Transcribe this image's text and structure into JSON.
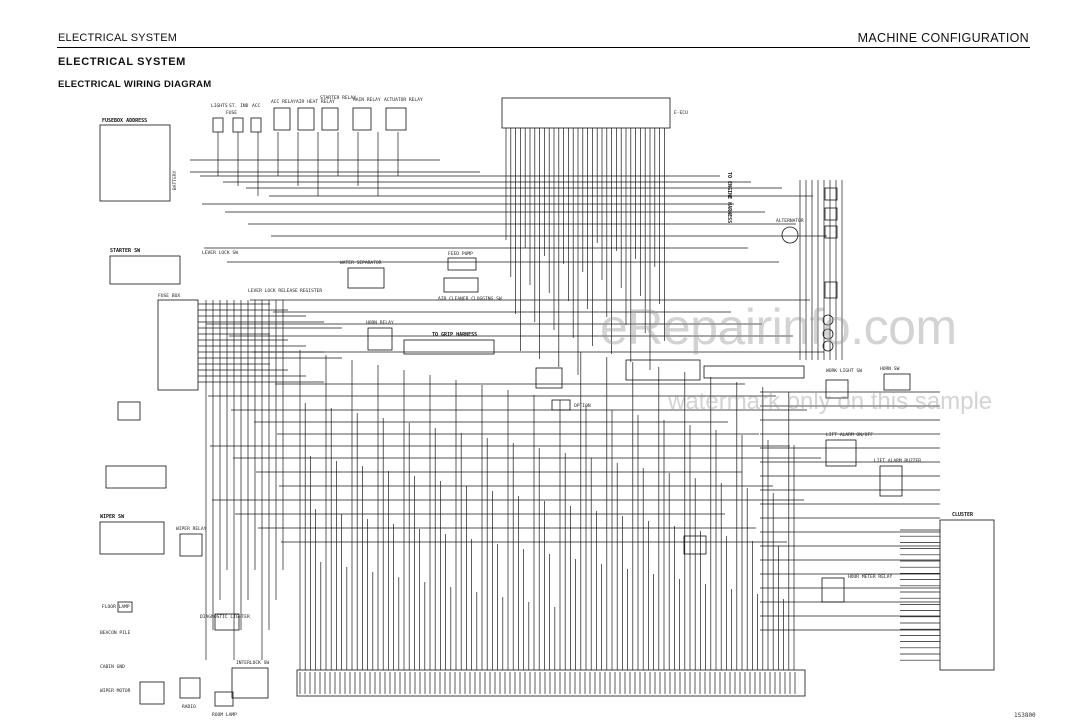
{
  "header": {
    "left": "ELECTRICAL SYSTEM",
    "right": "MACHINE CONFIGURATION"
  },
  "section_title": "ELECTRICAL SYSTEM",
  "subtitle": "ELECTRICAL WIRING DIAGRAM",
  "watermark": {
    "line1": "eRepairinfo.com",
    "line2": "watermark only on this sample"
  },
  "figure_number": "1S3800",
  "diagram_labels": {
    "lights": "LIGHTS",
    "st_ind": "ST. IND",
    "acc": "ACC",
    "fuse": "FUSE",
    "acc_relay": "ACC RELAY",
    "air_heat_relay": "AIR HEAT RELAY",
    "starter_relay": "STARTER RELAY",
    "main_relay": "MAIN RELAY",
    "actuator_relay": "ACTUATOR RELAY",
    "fusebox_address": "FUSEBOX ADDRESS",
    "battery": "BATTERY",
    "starter_sw": "STARTER SW",
    "fuse_box": "FUSE BOX",
    "lever_lock_sw": "LEVER LOCK SW",
    "lever_lock_release": "LEVER LOCK RELEASE",
    "register": "REGISTER",
    "water_separator": "WATER SEPARATOR",
    "feed_pump": "FEED PUMP",
    "air_cleaner": "AIR CLEANER CLOGGING SW",
    "horn_relay": "HORN RELAY",
    "to_grip_harness": "TO GRIP HARNESS",
    "option": "OPTION",
    "to_engine_harness": "TO ENGINE HARNESS",
    "e_ecu": "E-ECU",
    "alternator": "ALTERNATOR",
    "horn_sw": "HORN SW",
    "lift_alarm": "LIFT ALARM ON/OFF",
    "lift_alarm_buzzer": "LIFT ALARM BUZZER",
    "wiper_sw": "WIPER SW",
    "wiper_relay": "WIPER RELAY",
    "floor_lamp": "FLOOR LAMP",
    "beacon_pile": "BEACON PILE",
    "cabin_gnd": "CABIN GND",
    "wiper_motor": "WIPER MOTOR",
    "radio": "RADIO",
    "room_lamp": "ROOM LAMP",
    "diagnostic_lighter": "DIAGNOSTIC LIGHTER",
    "hour_meter_relay": "HOUR METER RELAY",
    "cluster": "CLUSTER",
    "work_light_sw": "WORK LIGHT SW",
    "interlock_sw": "INTERLOCK SW"
  }
}
